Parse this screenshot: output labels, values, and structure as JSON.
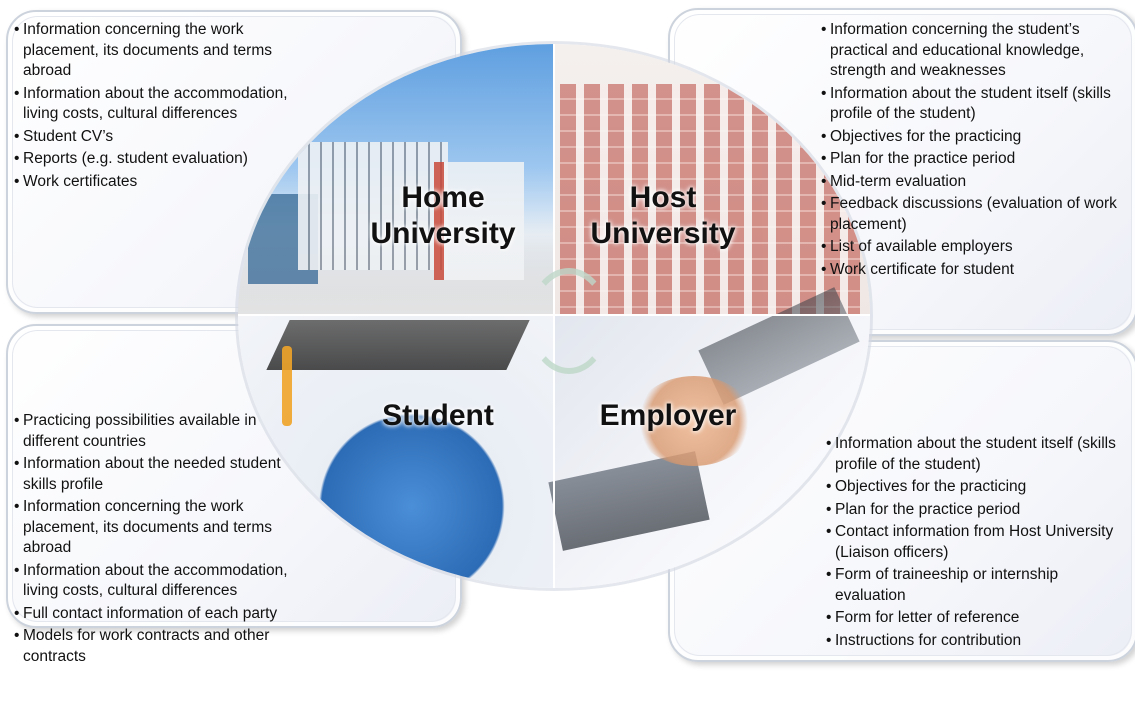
{
  "center": {
    "home_label": "Home\nUniversity",
    "host_label": "Host\nUniversity",
    "student_label": "Student",
    "employer_label": "Employer"
  },
  "home_university": {
    "items": [
      "Information concerning the work placement, its  documents and terms abroad",
      "Information about the accommodation,  living costs, cultural differences",
      "Student CV’s",
      "Reports (e.g. student evaluation)",
      "Work certificates"
    ]
  },
  "host_university": {
    "items": [
      "Information concerning the student’s practical and educational knowledge, strength and weaknesses",
      "Information about the student itself (skills profile of the student)",
      "Objectives for the practicing",
      "Plan for the practice period",
      "Mid-term evaluation",
      "Feedback discussions (evaluation of work placement)",
      "List of available employers",
      "Work certificate for student"
    ]
  },
  "student": {
    "items": [
      "Practicing possibilities available in different countries",
      "Information about the needed student skills profile",
      "Information concerning the work placement, its  documents and terms abroad",
      "Information about the accommodation, living costs, cultural differences",
      "Full contact information of each party",
      "Models for work contracts and other contracts"
    ]
  },
  "employer": {
    "items": [
      "Information about the student itself (skills profile of the student)",
      "Objectives for the practicing",
      "Plan for the practice period",
      "Contact information from Host University (Liaison officers)",
      "Form of traineeship or internship evaluation",
      "Form for letter of reference",
      "Instructions for contribution"
    ]
  }
}
